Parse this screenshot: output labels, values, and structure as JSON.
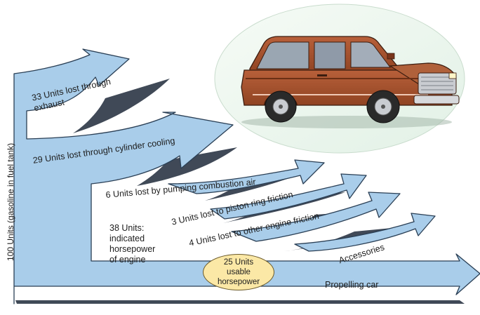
{
  "diagram": {
    "input_label": "100 Units (gasoline in fuel tank)",
    "flows": [
      {
        "id": "exhaust",
        "label": "33 Units lost through\nexhaust",
        "units": 33
      },
      {
        "id": "cooling",
        "label": "29 Units lost through cylinder cooling",
        "units": 29
      },
      {
        "id": "pumping",
        "label": "6 Units lost by pumping combustion air",
        "units": 6
      },
      {
        "id": "piston",
        "label": "3 Units lost to piston ring friction",
        "units": 3
      },
      {
        "id": "engine_friction",
        "label": "4 Units lost to other engine friction",
        "units": 4
      },
      {
        "id": "accessories",
        "label": "Accessories"
      },
      {
        "id": "propelling",
        "label": "Propelling car"
      }
    ],
    "indicated": {
      "label": "38 Units:\nindicated\nhorsepower\nof engine",
      "units": 38
    },
    "usable": {
      "label": "25 Units\nusable\nhorsepower",
      "units": 25
    }
  },
  "colors": {
    "arrow_fill": "#a9cdea",
    "arrow_stroke": "#2a3f55",
    "shadow": "#1f2a3a",
    "car_body": "#a0502c",
    "car_bubble": "#ecf6ee"
  }
}
